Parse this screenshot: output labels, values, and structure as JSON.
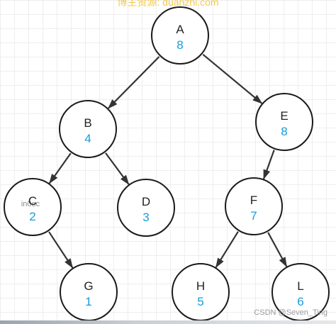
{
  "watermark_top": "博主资源: duanzhi.com",
  "watermark_bottom": "CSDN @Seven_Ting",
  "nodes": [
    {
      "id": "A",
      "label": "A",
      "value": "8"
    },
    {
      "id": "B",
      "label": "B",
      "value": "4"
    },
    {
      "id": "E",
      "label": "E",
      "value": "8"
    },
    {
      "id": "C",
      "label": "C",
      "value": "2",
      "ghost_text": "in0oc"
    },
    {
      "id": "D",
      "label": "D",
      "value": "3"
    },
    {
      "id": "F",
      "label": "F",
      "value": "7"
    },
    {
      "id": "G",
      "label": "G",
      "value": "1"
    },
    {
      "id": "H",
      "label": "H",
      "value": "5"
    },
    {
      "id": "L",
      "label": "L",
      "value": "6"
    }
  ],
  "edges": [
    {
      "from": "A",
      "to": "B"
    },
    {
      "from": "A",
      "to": "E"
    },
    {
      "from": "B",
      "to": "C"
    },
    {
      "from": "B",
      "to": "D"
    },
    {
      "from": "E",
      "to": "F"
    },
    {
      "from": "C",
      "to": "G"
    },
    {
      "from": "F",
      "to": "H"
    },
    {
      "from": "F",
      "to": "L"
    }
  ],
  "colors": {
    "node_fill": "#ffffff",
    "node_stroke": "#1a1a1a",
    "letter": "#222222",
    "value": "#1a9bd7",
    "edge": "#333333",
    "watermark_top": "#f4c430",
    "grid": "#eeeeee"
  }
}
